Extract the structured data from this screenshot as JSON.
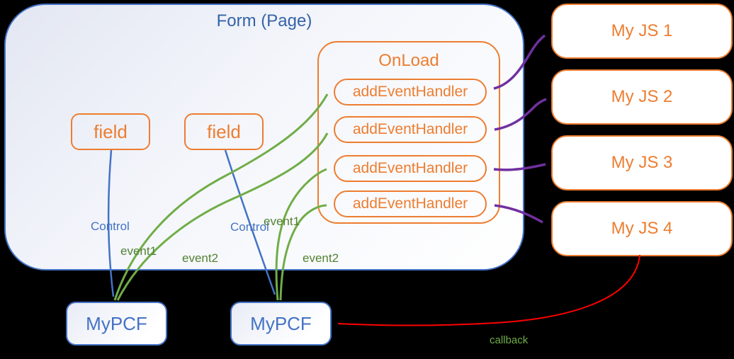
{
  "colors": {
    "orange": "#ED7D31",
    "blue": "#4472C4",
    "title_blue": "#3563A8",
    "green": "#70AD47",
    "green_dark": "#548235",
    "purple": "#7030A0",
    "red": "#FF0000",
    "background": "#000000",
    "node_fill": "#FFFFFF",
    "form_fill": "#E3E7F2"
  },
  "diagram": {
    "form": {
      "title": "Form (Page)"
    },
    "fields": [
      {
        "label": "field"
      },
      {
        "label": "field"
      }
    ],
    "onload": {
      "title": "OnLoad",
      "handlers": [
        {
          "label": "addEventHandler"
        },
        {
          "label": "addEventHandler"
        },
        {
          "label": "addEventHandler"
        },
        {
          "label": "addEventHandler"
        }
      ]
    },
    "js_modules": [
      {
        "label": "My JS 1"
      },
      {
        "label": "My JS 2"
      },
      {
        "label": "My JS 3"
      },
      {
        "label": "My JS 4"
      }
    ],
    "pcf_components": [
      {
        "label": "MyPCF"
      },
      {
        "label": "MyPCF"
      }
    ],
    "edge_labels": {
      "control_1": "Control",
      "event1_1": "event1",
      "event2_1": "event2",
      "control_2": "Control",
      "event1_2": "event1",
      "event2_2": "event2",
      "callback": "callback"
    }
  }
}
